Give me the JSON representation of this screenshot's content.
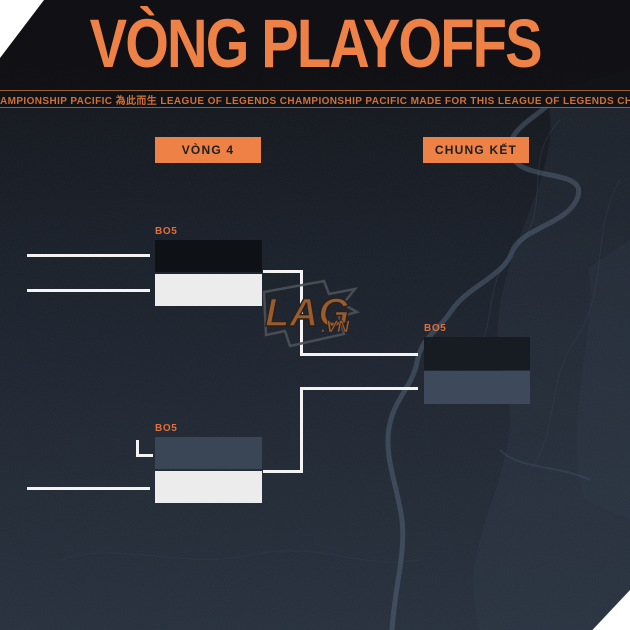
{
  "title": "VÒNG PLAYOFFS",
  "ticker": {
    "text": "AMPIONSHIP PACIFIC  為此而生  LEAGUE OF LEGENDS CHAMPIONSHIP PACIFIC  MADE FOR THIS  LEAGUE OF LEGENDS CHA"
  },
  "rounds": [
    {
      "label": "VÒNG 4"
    },
    {
      "label": "CHUNG KẾT"
    }
  ],
  "bracket": {
    "matches": [
      {
        "name": "semifinal-top",
        "round": "VÒNG 4",
        "format": "BO5",
        "slots": [
          "tbd-dark",
          "advanced-white"
        ]
      },
      {
        "name": "semifinal-bottom",
        "round": "VÒNG 4",
        "format": "BO5",
        "slots": [
          "team-slate",
          "advanced-white"
        ]
      },
      {
        "name": "grand-final",
        "round": "CHUNG KẾT",
        "format": "BO5",
        "slots": [
          "tbd-dark",
          "team-slate"
        ]
      }
    ]
  },
  "watermark": {
    "text": "LAG",
    "suffix": ".VN"
  },
  "colors": {
    "accent_orange": "#ee8145",
    "ticker_orange": "#cf7038",
    "header_text_dark": "#20201f",
    "background_top": "#111318",
    "background_bottom": "#27303d",
    "slot_dark": "#0e1217",
    "slot_slate": "#3a4656",
    "slot_white": "#ececec",
    "connector_white": "#f3f3f3",
    "watermark_brown": "#9a5b2f",
    "corner_cut_white": "#ffffff"
  }
}
